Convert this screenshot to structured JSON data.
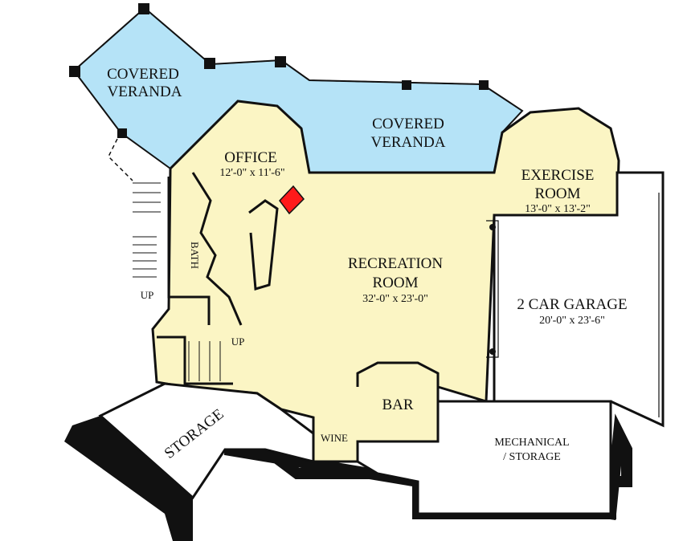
{
  "colors": {
    "veranda": "#b5e3f7",
    "interior": "#fbf5c4",
    "wall": "#111111",
    "fireplace": "#ff1a1a"
  },
  "rooms": {
    "veranda_left": {
      "line1": "COVERED",
      "line2": "VERANDA"
    },
    "veranda_main": {
      "line1": "COVERED",
      "line2": "VERANDA"
    },
    "office": {
      "name": "OFFICE",
      "dims": "12'-0\" x 11'-6\""
    },
    "bath": {
      "name": "BATH"
    },
    "exercise": {
      "line1": "EXERCISE",
      "line2": "ROOM",
      "dims": "13'-0\" x 13'-2\""
    },
    "recreation": {
      "line1": "RECREATION",
      "line2": "ROOM",
      "dims": "32'-0\" x 23'-0\""
    },
    "garage": {
      "name": "2 CAR GARAGE",
      "dims": "20'-0\" x 23'-6\""
    },
    "bar": {
      "name": "BAR"
    },
    "wine": {
      "name": "WINE"
    },
    "storage": {
      "name": "STORAGE"
    },
    "mechanical": {
      "line1": "MECHANICAL",
      "line2": "/ STORAGE"
    }
  },
  "stairs": {
    "up_outer": "UP",
    "up_inner": "UP"
  }
}
